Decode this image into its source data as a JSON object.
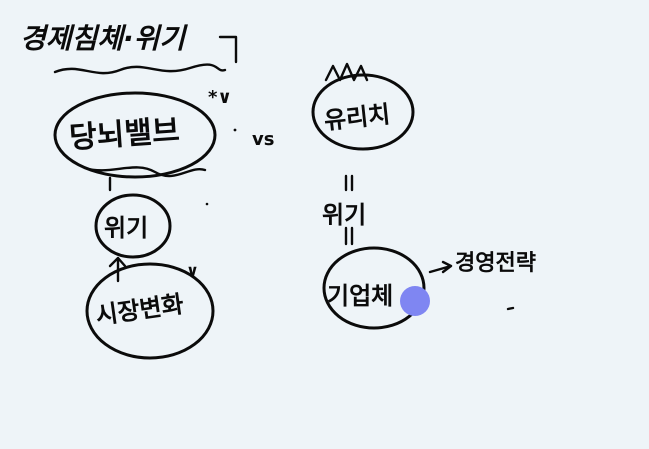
{
  "canvas": {
    "background": "#eef4f8",
    "ink_color": "#0b0b0b",
    "cursor_color": "#7f86f2"
  },
  "notes": {
    "top_heading": "경제침체·위기",
    "left_oval": "당뇌밸브",
    "right_oval_top": "유리치",
    "vs": "vs",
    "left_middle_circle": "위기",
    "right_middle_word": "위기",
    "left_bottom_oval": "시장변화",
    "right_bottom_oval": "기업체",
    "right_arrow_target": "경영전략",
    "star_mark": "*∨",
    "small_v": "∨"
  }
}
